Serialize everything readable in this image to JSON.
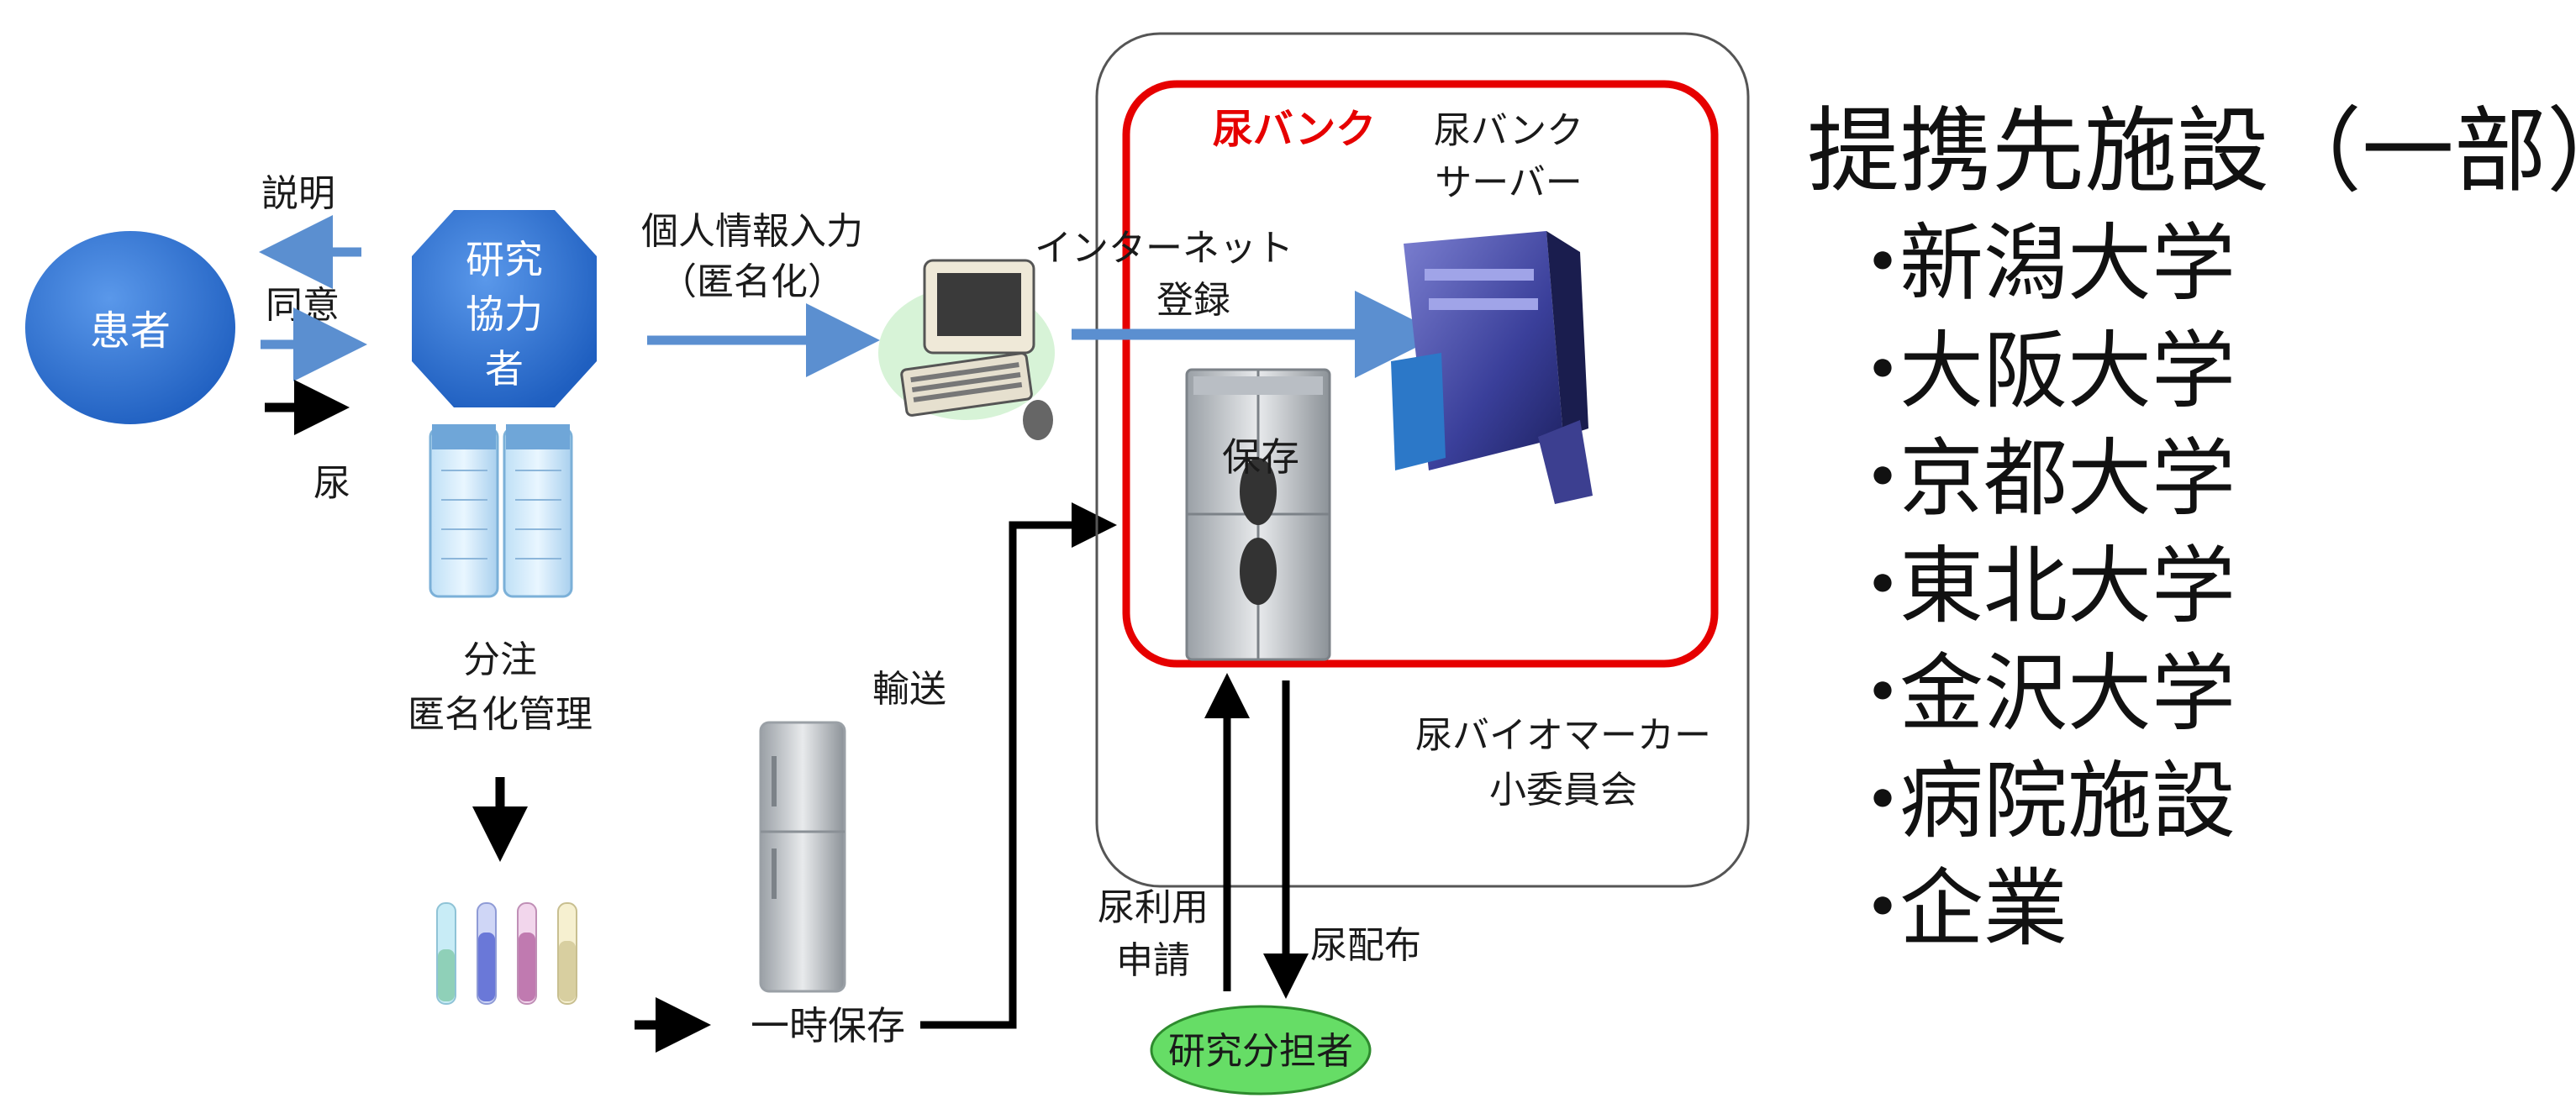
{
  "patient": "患者",
  "researcher_collab": [
    "研究",
    "協力",
    "者"
  ],
  "explain": "説明",
  "consent": "同意",
  "urine": "尿",
  "personal_info": [
    "個人情報入力",
    "（匿名化）"
  ],
  "internet_register": [
    "インターネット",
    "登録"
  ],
  "urine_bank": "尿バンク",
  "urine_bank_server": [
    "尿バンク",
    "サーバー"
  ],
  "storage": "保存",
  "aliquot": [
    "分注",
    "匿名化管理"
  ],
  "temp_storage": "一時保存",
  "transport": "輸送",
  "biomarker_committee": [
    "尿バイオマーカー",
    "小委員会"
  ],
  "usage_request": [
    "尿利用",
    "申請"
  ],
  "distribution": "尿配布",
  "researcher_share": "研究分担者",
  "partners": {
    "title": "提携先施設（一部）",
    "items": [
      "新潟大学",
      "大阪大学",
      "京都大学",
      "東北大学",
      "金沢大学",
      "病院施設",
      "企業"
    ]
  },
  "colors": {
    "blue_arrow": "#5b8fd0",
    "patient_fill": "#2f6fd0",
    "bank_border": "#e60000",
    "researcher_fill": "#66dd66"
  }
}
